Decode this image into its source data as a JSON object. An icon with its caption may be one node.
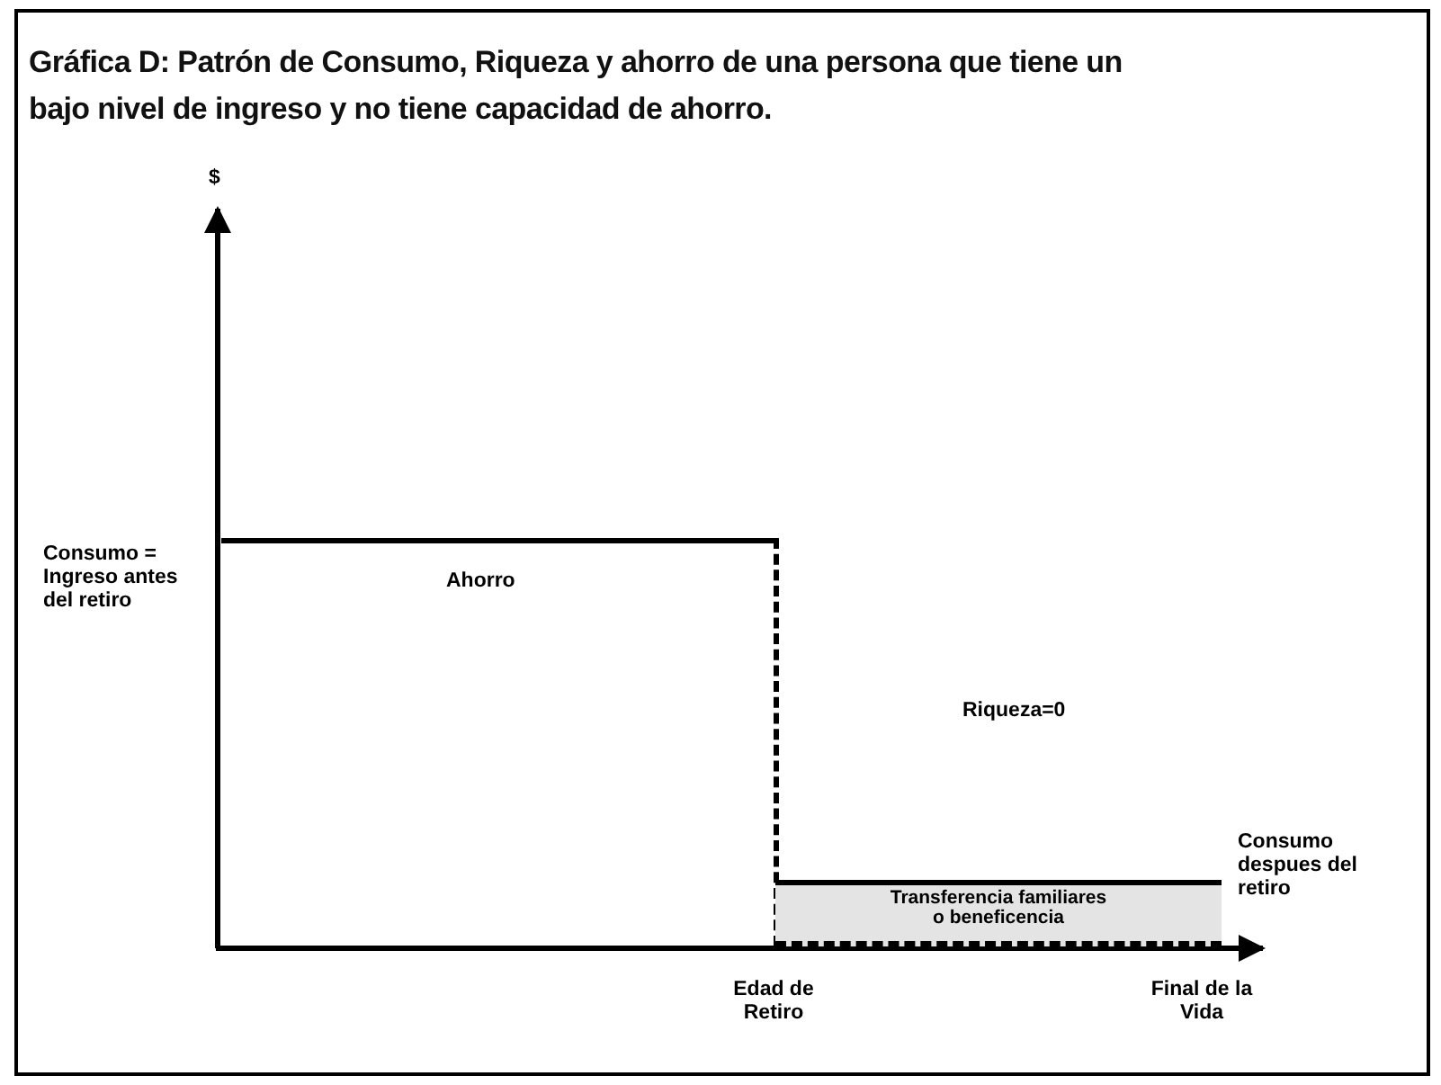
{
  "diagram": {
    "title": "Gráfica D: Patrón de Consumo, Riqueza y ahorro de una persona que tiene un bajo nivel de ingreso y no tiene capacidad de ahorro.",
    "nodes": [
      {
        "text": [
          "Ahorro"
        ]
      },
      {
        "text": [
          "Transferencia familiares o beneficencia"
        ]
      }
    ],
    "labels": [
      "$",
      "Consumo = Ingreso antes del retiro",
      "Riqueza=0",
      "Consumo despues del retiro",
      "Edad de Retiro",
      "Final de la Vida"
    ]
  }
}
